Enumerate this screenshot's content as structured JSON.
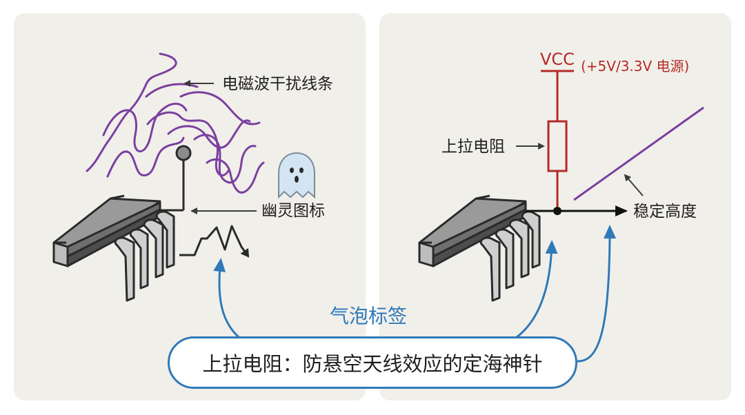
{
  "colors": {
    "panel_bg": "#f1efea",
    "emi_wave": "#7b3fa0",
    "vcc_red": "#b52a26",
    "callout_blue": "#2f79b8",
    "chip_dark": "#2a2a2a",
    "chip_gray": "#8c8c8c",
    "text_dark": "#1f1f1f"
  },
  "left_panel": {
    "emi_label": "电磁波干扰线条",
    "ghost_label": "幽灵图标",
    "icons": [
      "antenna-icon",
      "ghost-icon",
      "noise-signal-icon",
      "ic-chip-icon"
    ]
  },
  "right_panel": {
    "vcc_label": "VCC",
    "vcc_note": "(+5V/3.3V 电源)",
    "resistor_label": "上拉电阻",
    "stable_label": "稳定高度",
    "icons": [
      "resistor-icon",
      "junction-dot-icon",
      "ic-chip-icon"
    ]
  },
  "callout": {
    "tag": "气泡标签",
    "caption": "上拉电阻：防悬空天线效应的定海神针"
  }
}
